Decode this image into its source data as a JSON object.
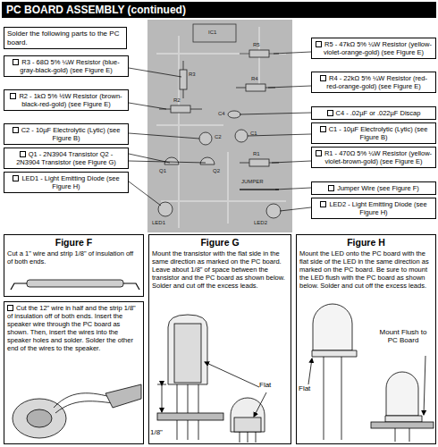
{
  "diagram": {
    "title": "PC BOARD ASSEMBLY (continued)",
    "nodes": [
      {
        "text": [
          "Solder the following parts to the PC board."
        ]
      },
      {
        "text": [
          "R3 - 68Ω 5% ¼W Resistor (blue-gray-black-gold) (see Figure E)"
        ]
      },
      {
        "text": [
          "R2 - 1kΩ 5% ½W Resistor (brown-black-red-gold) (see Figure E)"
        ]
      },
      {
        "text": [
          "C2 - 10µF Electrolytic (Lytic) (see Figure B)"
        ]
      },
      {
        "text": [
          "Q1 - 2N3904 Transistor Q2 - 2N3904 Transistor (see Figure G)"
        ]
      },
      {
        "text": [
          "LED1 - Light Emitting Diode (see Figure H)"
        ]
      },
      {
        "text": [
          "R5 - 47kΩ 5% ¼W Resistor (yellow-violet-orange-gold) (see Figure E)"
        ]
      },
      {
        "text": [
          "R4 - 22kΩ 5% ¼W Resistor (red-red-orange-gold) (see Figure E)"
        ]
      },
      {
        "text": [
          "C4 - .02µF or .022µF Discap"
        ]
      },
      {
        "text": [
          "C1 - 10µF Electrolytic (Lytic) (see Figure B)"
        ]
      },
      {
        "text": [
          "R1 - 470Ω 5% ¼W Resistor (yellow-violet-brown-gold) (see Figure E)"
        ]
      },
      {
        "text": [
          "Jumper Wire (see Figure F)"
        ]
      },
      {
        "text": [
          "LED2 - Light Emitting Diode (see Figure H)"
        ]
      },
      {
        "text": [
          "Figure F",
          "Cut a 1\" wire and strip 1/8\" of insulation off of both ends."
        ]
      },
      {
        "text": [
          "Cut the 12\" wire in half and the strip 1/8\" of insulation off of both ends. Insert the speaker wire through the PC board as shown. Then, insert the wires into the speaker holes and solder. Solder the other end of the wires to the speaker."
        ]
      },
      {
        "text": [
          "Figure G",
          "Mount the transistor with the flat side in the same direction as marked on the PC board. Leave about 1/8\" of space between the transistor and the PC board as shown below. Solder and cut off the excess leads."
        ]
      },
      {
        "text": [
          "Figure H",
          "Mount the LED onto the PC board with the flat side of the LED in the same direction as marked on the PC board. Be sure to mount the LED flush with the PC board as shown below. Solder and cut off the excess leads."
        ]
      }
    ],
    "labels": [
      "IC1",
      "R3",
      "R5",
      "R4",
      "R2",
      "C4",
      "C2",
      "C1",
      "Q1",
      "Q2",
      "R1",
      "JUMPER",
      "LED1",
      "LED2",
      "Flat",
      "1/8\"",
      "Flat",
      "Mount Flush to PC Board"
    ]
  }
}
